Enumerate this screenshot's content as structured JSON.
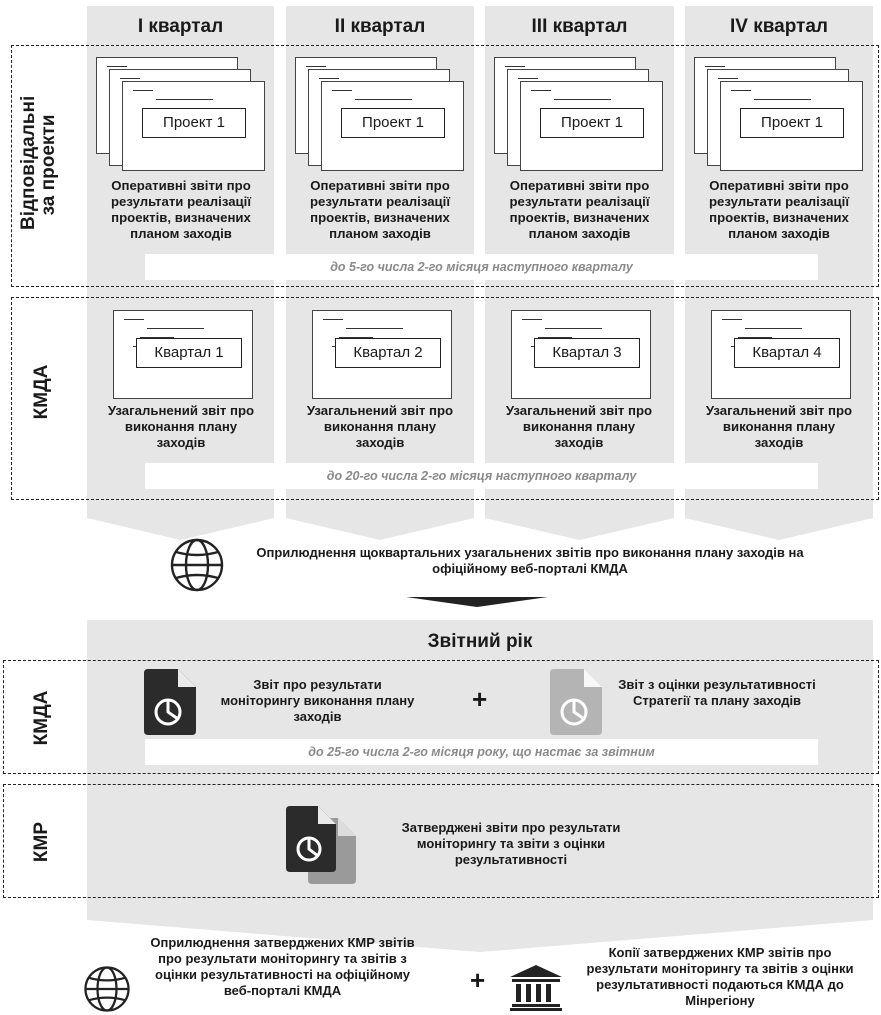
{
  "quarters": [
    "I квартал",
    "II квартал",
    "III квартал",
    "IV квартал"
  ],
  "rows": {
    "responsible": "Відповідальні\nза проекти",
    "kmda": "КМДА",
    "kmda2": "КМДА",
    "kmr": "КМР"
  },
  "project_doc_label": "Проект 1",
  "project_caption": "Оперативні звіти про результати реалізації проектів, визначених планом заходів",
  "deadline_projects": "до 5-го числа 2-го місяця наступного кварталу",
  "kmda_docs": [
    "Квартал 1",
    "Квартал 2",
    "Квартал 3",
    "Квартал 4"
  ],
  "kmda_caption": "Узагальнений звіт про виконання плану заходів",
  "deadline_kmda": "до 20-го числа 2-го місяця наступного кварталу",
  "publish_quarterly": "Оприлюднення щоквартальних узагальнених звітів про виконання плану заходів на офіційному веб-порталі КМДА",
  "year_title": "Звітний рік",
  "annual_report_1": "Звіт про результати моніторингу виконання плану заходів",
  "plus": "+",
  "annual_report_2": "Звіт з оцінки результативності Стратегії та плану заходів",
  "deadline_annual": "до 25-го числа 2-го місяця року, що настає за звітним",
  "kmr_approved": "Затверджені звіти про результати моніторингу та звіти з оцінки результативності",
  "publish_approved": "Оприлюднення затверджених КМР звітів про результати моніторингу та звітів з оцінки результативності на офіційному веб-порталі КМДА",
  "copies_ministry": "Копії затверджених КМР звітів про результати моніторингу та звітів з оцінки результативності подаються КМДА до Мінрегіону",
  "icons": {
    "globe": "globe-icon",
    "document": "document-pie-icon",
    "institution": "institution-icon"
  },
  "colors": {
    "band": "#e6e6e6",
    "dark_doc": "#2b2b2b",
    "light_doc": "#b4b4b4",
    "deadline_text": "#8a8a8a"
  }
}
